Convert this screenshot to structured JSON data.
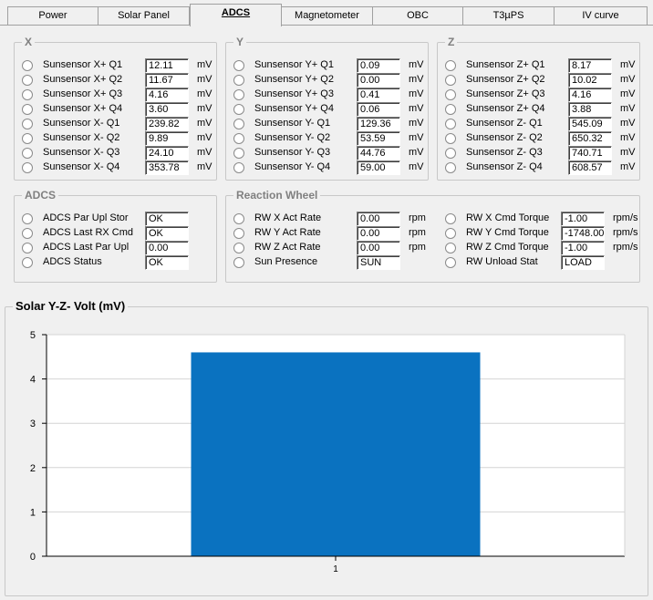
{
  "tabs": [
    "Power",
    "Solar Panel",
    "ADCS",
    "Magnetometer",
    "OBC",
    "T3µPS",
    "IV curve"
  ],
  "active_tab": "ADCS",
  "groups": {
    "x": {
      "title": "X",
      "rows": [
        {
          "label": "Sunsensor X+ Q1",
          "value": "12.11",
          "unit": "mV"
        },
        {
          "label": "Sunsensor X+ Q2",
          "value": "11.67",
          "unit": "mV"
        },
        {
          "label": "Sunsensor X+ Q3",
          "value": "4.16",
          "unit": "mV"
        },
        {
          "label": "Sunsensor X+ Q4",
          "value": "3.60",
          "unit": "mV"
        },
        {
          "label": "Sunsensor X- Q1",
          "value": "239.82",
          "unit": "mV"
        },
        {
          "label": "Sunsensor X- Q2",
          "value": "9.89",
          "unit": "mV"
        },
        {
          "label": "Sunsensor X- Q3",
          "value": "24.10",
          "unit": "mV"
        },
        {
          "label": "Sunsensor X- Q4",
          "value": "353.78",
          "unit": "mV"
        }
      ]
    },
    "y": {
      "title": "Y",
      "rows": [
        {
          "label": "Sunsensor Y+ Q1",
          "value": "0.09",
          "unit": "mV"
        },
        {
          "label": "Sunsensor Y+ Q2",
          "value": "0.00",
          "unit": "mV"
        },
        {
          "label": "Sunsensor Y+ Q3",
          "value": "0.41",
          "unit": "mV"
        },
        {
          "label": "Sunsensor Y+ Q4",
          "value": "0.06",
          "unit": "mV"
        },
        {
          "label": "Sunsensor Y- Q1",
          "value": "129.36",
          "unit": "mV"
        },
        {
          "label": "Sunsensor Y- Q2",
          "value": "53.59",
          "unit": "mV"
        },
        {
          "label": "Sunsensor Y- Q3",
          "value": "44.76",
          "unit": "mV"
        },
        {
          "label": "Sunsensor Y- Q4",
          "value": "59.00",
          "unit": "mV"
        }
      ]
    },
    "z": {
      "title": "Z",
      "rows": [
        {
          "label": "Sunsensor Z+ Q1",
          "value": "8.17",
          "unit": "mV"
        },
        {
          "label": "Sunsensor Z+ Q2",
          "value": "10.02",
          "unit": "mV"
        },
        {
          "label": "Sunsensor Z+ Q3",
          "value": "4.16",
          "unit": "mV"
        },
        {
          "label": "Sunsensor Z+ Q4",
          "value": "3.88",
          "unit": "mV"
        },
        {
          "label": "Sunsensor Z- Q1",
          "value": "545.09",
          "unit": "mV"
        },
        {
          "label": "Sunsensor Z- Q2",
          "value": "650.32",
          "unit": "mV"
        },
        {
          "label": "Sunsensor Z- Q3",
          "value": "740.71",
          "unit": "mV"
        },
        {
          "label": "Sunsensor Z- Q4",
          "value": "608.57",
          "unit": "mV"
        }
      ]
    },
    "adcs": {
      "title": "ADCS",
      "rows": [
        {
          "label": "ADCS Par Upl Stor",
          "value": "OK"
        },
        {
          "label": "ADCS Last RX Cmd",
          "value": "OK"
        },
        {
          "label": "ADCS Last Par Upl",
          "value": "0.00"
        },
        {
          "label": "ADCS Status",
          "value": "OK"
        }
      ]
    },
    "rw": {
      "title": "Reaction Wheel",
      "left": [
        {
          "label": "RW X Act Rate",
          "value": "0.00",
          "unit": "rpm"
        },
        {
          "label": "RW Y Act Rate",
          "value": "0.00",
          "unit": "rpm"
        },
        {
          "label": "RW Z Act Rate",
          "value": "0.00",
          "unit": "rpm"
        },
        {
          "label": "Sun Presence",
          "value": "SUN",
          "unit": ""
        }
      ],
      "right": [
        {
          "label": "RW X Cmd Torque",
          "value": "-1.00",
          "unit": "rpm/s"
        },
        {
          "label": "RW Y Cmd Torque",
          "value": "-1748.00",
          "unit": "rpm/s"
        },
        {
          "label": "RW Z Cmd Torque",
          "value": "-1.00",
          "unit": "rpm/s"
        },
        {
          "label": "RW Unload Stat",
          "value": "LOAD",
          "unit": ""
        }
      ]
    }
  },
  "chart_section_title": "Solar  Y-Z- Volt (mV)",
  "chart_data": {
    "type": "bar",
    "categories": [
      "1"
    ],
    "values": [
      4.6
    ],
    "ylim": [
      0,
      5
    ],
    "yticks": [
      "0",
      "1",
      "2",
      "3",
      "4",
      "5"
    ],
    "grid": true,
    "bar_color": "#0a72c0"
  }
}
